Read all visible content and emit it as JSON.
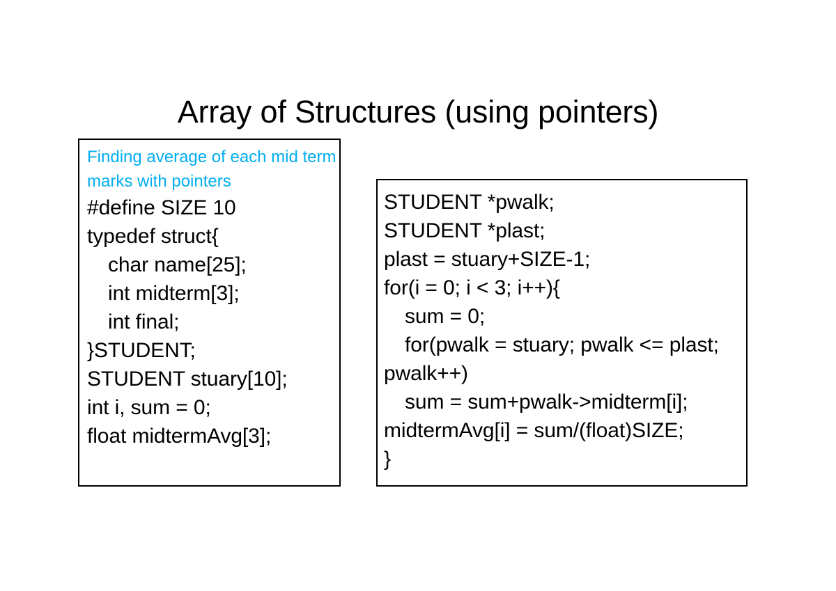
{
  "slide": {
    "title": "Array of Structures (using pointers)",
    "accent_color": "#00AEEF",
    "text_color": "#000000",
    "background_color": "#FFFFFF",
    "border_color": "#000000"
  },
  "left_box": {
    "note": [
      "Finding average of each mid term",
      "marks with pointers"
    ],
    "code": [
      {
        "text": "#define SIZE 10",
        "indent": 0
      },
      {
        "text": "typedef struct{",
        "indent": 0
      },
      {
        "text": "char name[25];",
        "indent": 1
      },
      {
        "text": "int midterm[3];",
        "indent": 1
      },
      {
        "text": "int final;",
        "indent": 1
      },
      {
        "text": "}STUDENT;",
        "indent": 0
      },
      {
        "text": "STUDENT stuary[10];",
        "indent": 0
      },
      {
        "text": "int i, sum = 0;",
        "indent": 0
      },
      {
        "text": "float midtermAvg[3];",
        "indent": 0
      }
    ]
  },
  "right_box": {
    "code": [
      {
        "text": "STUDENT *pwalk;",
        "indent": 0
      },
      {
        "text": "STUDENT *plast;",
        "indent": 0
      },
      {
        "text": "plast = stuary+SIZE-1;",
        "indent": 0
      },
      {
        "text": "for(i = 0; i < 3; i++){",
        "indent": 0
      },
      {
        "text": "sum = 0;",
        "indent": 1
      },
      {
        "text": "for(pwalk = stuary; pwalk <= plast;",
        "indent": 1
      },
      {
        "text": "pwalk++)",
        "indent": 0
      },
      {
        "text": "sum = sum+pwalk->midterm[i];",
        "indent": 1
      },
      {
        "text": "midtermAvg[i] = sum/(float)SIZE;",
        "indent": 0
      },
      {
        "text": "}",
        "indent": 0
      }
    ]
  }
}
